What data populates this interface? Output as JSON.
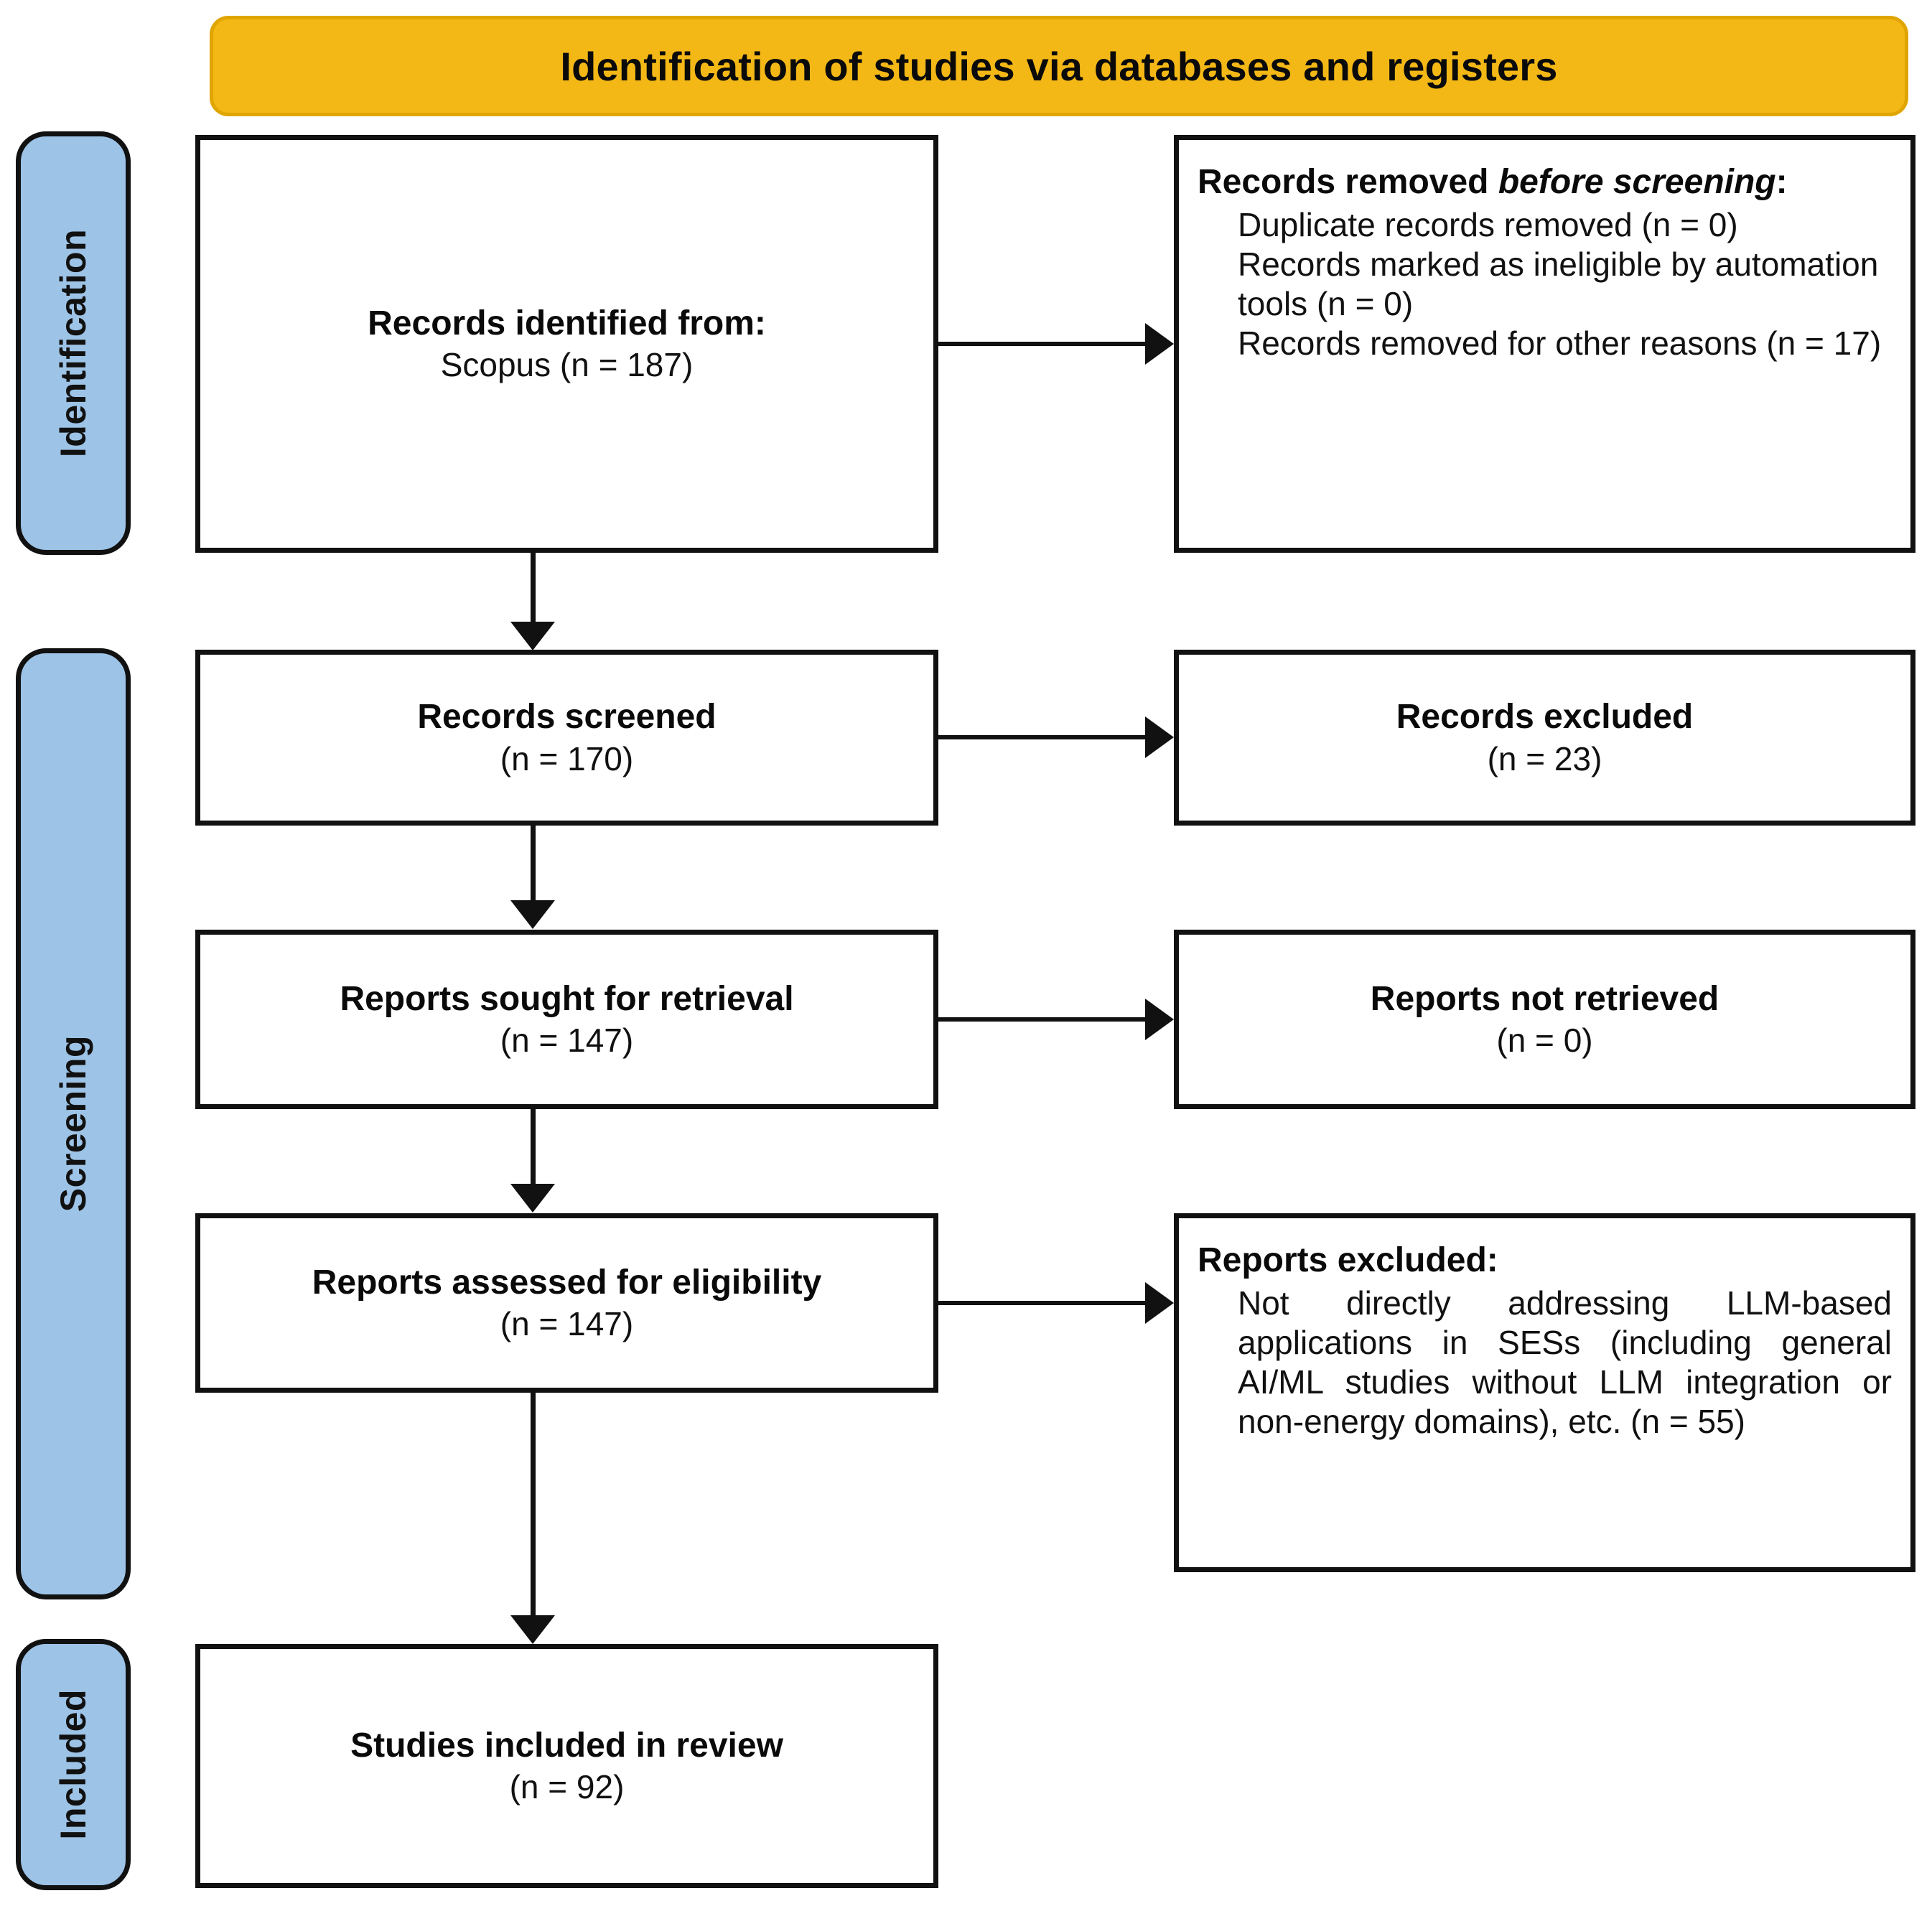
{
  "banner": {
    "title": "Identification of studies via databases and registers"
  },
  "stages": [
    {
      "id": "identification",
      "label": "Identification"
    },
    {
      "id": "screening",
      "label": "Screening"
    },
    {
      "id": "included",
      "label": "Included"
    }
  ],
  "colors": {
    "banner_fill": "#F4B816",
    "banner_border": "#E0A500",
    "stage_fill": "#9DC3E6",
    "box_border": "#111111",
    "box_fill": "#FFFFFF",
    "text": "#0A0A0A"
  },
  "flow": {
    "identified": {
      "title": "Records identified from:",
      "sub": "Scopus (n = 187)"
    },
    "removed": {
      "title_plain": "Records removed ",
      "title_italic": "before screening",
      "title_tail": ":",
      "details": [
        "Duplicate records removed (n = 0)",
        "Records marked as ineligible by automation tools (n = 0)",
        "Records removed for other reasons (n = 17)"
      ]
    },
    "screened": {
      "title": "Records screened",
      "sub": "(n = 170)"
    },
    "excluded": {
      "title": "Records excluded",
      "sub": "(n = 23)"
    },
    "sought": {
      "title": "Reports sought for retrieval",
      "sub": "(n = 147)"
    },
    "not_retrieved": {
      "title": "Reports not retrieved",
      "sub": "(n = 0)"
    },
    "assessed": {
      "title": "Reports assessed for eligibility",
      "sub": "(n = 147)"
    },
    "reports_excluded": {
      "title": "Reports excluded:",
      "details": [
        "Not directly addressing LLM-based applications in SESs (including general AI/ML studies without LLM integration or non-energy domains), etc. (n = 55)"
      ]
    },
    "included": {
      "title": "Studies included in review",
      "sub": "(n = 92)"
    }
  },
  "chart_data": {
    "type": "diagram",
    "title": "Identification of studies via databases and registers",
    "nodes": [
      {
        "id": "identified",
        "stage": "Identification",
        "column": "left",
        "label": "Records identified from: Scopus",
        "n": 187
      },
      {
        "id": "removed",
        "stage": "Identification",
        "column": "right",
        "label": "Records removed before screening",
        "n": 17,
        "breakdown": [
          {
            "label": "Duplicate records removed",
            "n": 0
          },
          {
            "label": "Records marked as ineligible by automation tools",
            "n": 0
          },
          {
            "label": "Records removed for other reasons",
            "n": 17
          }
        ]
      },
      {
        "id": "screened",
        "stage": "Screening",
        "column": "left",
        "label": "Records screened",
        "n": 170
      },
      {
        "id": "excluded",
        "stage": "Screening",
        "column": "right",
        "label": "Records excluded",
        "n": 23
      },
      {
        "id": "sought",
        "stage": "Screening",
        "column": "left",
        "label": "Reports sought for retrieval",
        "n": 147
      },
      {
        "id": "not_retrieved",
        "stage": "Screening",
        "column": "right",
        "label": "Reports not retrieved",
        "n": 0
      },
      {
        "id": "assessed",
        "stage": "Screening",
        "column": "left",
        "label": "Reports assessed for eligibility",
        "n": 147
      },
      {
        "id": "reports_excluded",
        "stage": "Screening",
        "column": "right",
        "label": "Reports excluded",
        "n": 55
      },
      {
        "id": "included",
        "stage": "Included",
        "column": "left",
        "label": "Studies included in review",
        "n": 92
      }
    ],
    "edges": [
      {
        "from": "identified",
        "to": "removed",
        "direction": "right"
      },
      {
        "from": "identified",
        "to": "screened",
        "direction": "down"
      },
      {
        "from": "screened",
        "to": "excluded",
        "direction": "right"
      },
      {
        "from": "screened",
        "to": "sought",
        "direction": "down"
      },
      {
        "from": "sought",
        "to": "not_retrieved",
        "direction": "right"
      },
      {
        "from": "sought",
        "to": "assessed",
        "direction": "down"
      },
      {
        "from": "assessed",
        "to": "reports_excluded",
        "direction": "right"
      },
      {
        "from": "assessed",
        "to": "included",
        "direction": "down"
      }
    ]
  }
}
